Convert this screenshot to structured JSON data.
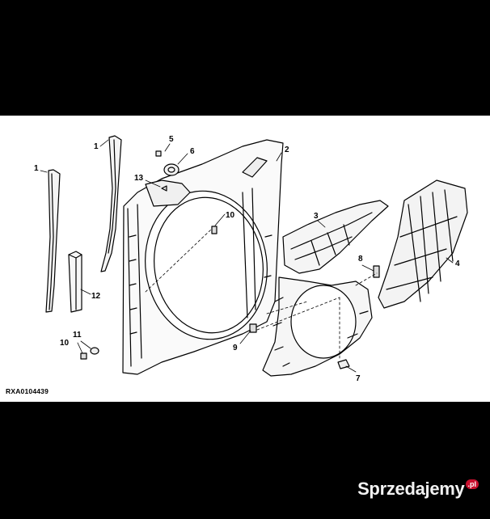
{
  "diagram": {
    "reference_code": "RXA0104439",
    "callouts": {
      "c1a": "1",
      "c1b": "1",
      "c2": "2",
      "c3": "3",
      "c4": "4",
      "c5": "5",
      "c6": "6",
      "c7": "7",
      "c8": "8",
      "c9": "9",
      "c10a": "10",
      "c10b": "10",
      "c11": "11",
      "c12": "12",
      "c13": "13"
    }
  },
  "watermark": {
    "brand": "Sprzedajemy",
    "badge": ".pl"
  },
  "colors": {
    "background": "#000000",
    "panel": "#ffffff",
    "line": "#000000",
    "watermark_badge": "#c8102e"
  }
}
